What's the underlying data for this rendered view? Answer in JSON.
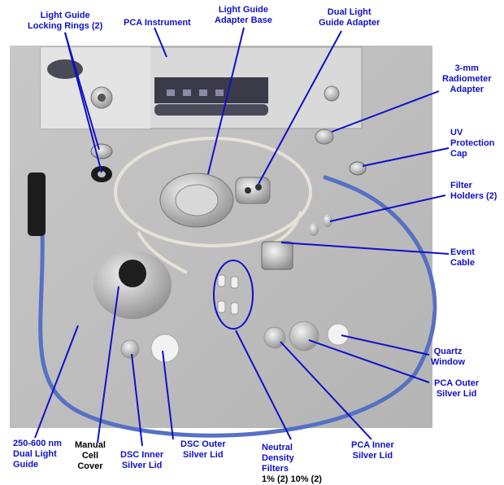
{
  "colors": {
    "label": "#1010c8",
    "leader": "#1010c8",
    "backdrop": "#bfbfbf",
    "page": "#ffffff"
  },
  "labels": {
    "locking_rings": [
      "Light Guide",
      "Locking Rings (2)"
    ],
    "pca_instrument": "PCA Instrument",
    "adapter_base": [
      "Light Guide",
      "Adapter Base"
    ],
    "dual_adapter": [
      "Dual Light",
      "Guide Adapter"
    ],
    "radiometer_adapter": [
      "3-mm",
      "Radiometer",
      "Adapter"
    ],
    "uv_cap": [
      "UV",
      "Protection",
      "Cap"
    ],
    "filter_holders": [
      "Filter",
      "Holders (2)"
    ],
    "event_cable": [
      "Event",
      "Cable"
    ],
    "quartz_window": [
      "Quartz",
      "Window"
    ],
    "pca_outer": [
      "PCA Outer",
      "Silver Lid"
    ],
    "light_guide": [
      "250-600 nm",
      "Dual Light",
      "Guide"
    ],
    "cell_cover": [
      "Manual",
      "Cell",
      "Cover"
    ],
    "dsc_inner": [
      "DSC Inner",
      "Silver Lid"
    ],
    "dsc_outer": [
      "DSC Outer",
      "Silver Lid"
    ],
    "nd_filters": [
      "Neutral",
      "Density",
      "Filters"
    ],
    "nd_filter_counts": "1% (2)  10% (2)",
    "pca_inner": [
      "PCA Inner",
      "Silver Lid"
    ]
  }
}
